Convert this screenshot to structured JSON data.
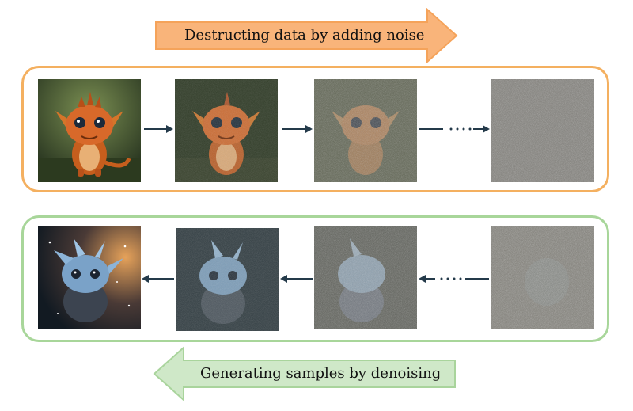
{
  "top_banner": {
    "label": "Destructing data by adding noise",
    "color": "#f9b47a",
    "border": "#f5a35a"
  },
  "bottom_banner": {
    "label": "Generating samples by denoising",
    "color": "#cfe8c8",
    "border": "#a9d49c"
  },
  "forward_panel": {
    "border_color": "#f4b060",
    "steps": [
      {
        "kind": "clean",
        "creature": "orange-dragon",
        "noise": 0
      },
      {
        "kind": "slightly-noisy",
        "creature": "orange-dragon",
        "noise": 0.25
      },
      {
        "kind": "noisy",
        "creature": "orange-dragon",
        "noise": 0.55
      },
      {
        "kind": "pure-noise",
        "creature": "none",
        "noise": 1.0
      }
    ]
  },
  "reverse_panel": {
    "border_color": "#a8d69a",
    "steps": [
      {
        "kind": "clean",
        "creature": "blue-dragon",
        "noise": 0
      },
      {
        "kind": "slightly-noisy",
        "creature": "blue-dragon",
        "noise": 0.3
      },
      {
        "kind": "noisy",
        "creature": "blue-dragon",
        "noise": 0.6
      },
      {
        "kind": "mostly-noise",
        "creature": "blue-dragon",
        "noise": 0.9
      }
    ]
  },
  "arrow_color": "#243a4a"
}
